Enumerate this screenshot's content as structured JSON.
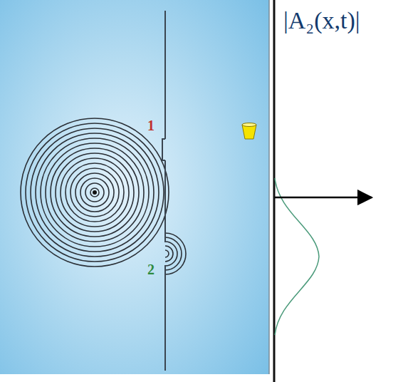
{
  "diagram": {
    "labels": [
      "|A₂(x,t)|",
      "1",
      "2"
    ]
  }
}
